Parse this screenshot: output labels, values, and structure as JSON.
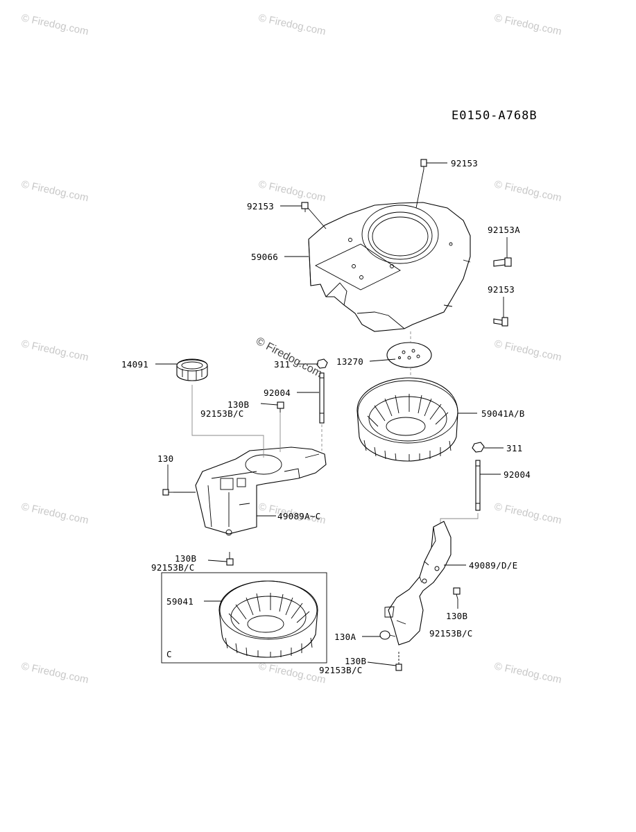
{
  "diagram_code": "E0150-A768B",
  "watermark": {
    "text": "© Firedog.com",
    "overlay_text": "© Firedog.com"
  },
  "labels": {
    "bolt_92153_top": "92153",
    "bolt_92153_left": "92153",
    "shroud_59066": "59066",
    "bolt_92153a": "92153A",
    "bolt_92153_right": "92153",
    "screen_14091": "14091",
    "nut_311_left": "311",
    "plate_13270": "13270",
    "stud_92004_left": "92004",
    "bolt_130b_1": "130B",
    "bolt_92153bc_1": "92153B/C",
    "fan_59041ab": "59041A/B",
    "bolt_130": "130",
    "nut_311_right": "311",
    "stud_92004_right": "92004",
    "cover_49089ac": "49089A~C",
    "bolt_130b_2": "130B",
    "bolt_92153bc_2": "92153B/C",
    "cover_49089de": "49089/D/E",
    "fan_59041": "59041",
    "inset_c": "C",
    "bolt_130b_3": "130B",
    "bolt_92153bc_3": "92153B/C",
    "bolt_130a": "130A",
    "bolt_130b_4": "130B",
    "bolt_92153bc_4": "92153B/C"
  }
}
